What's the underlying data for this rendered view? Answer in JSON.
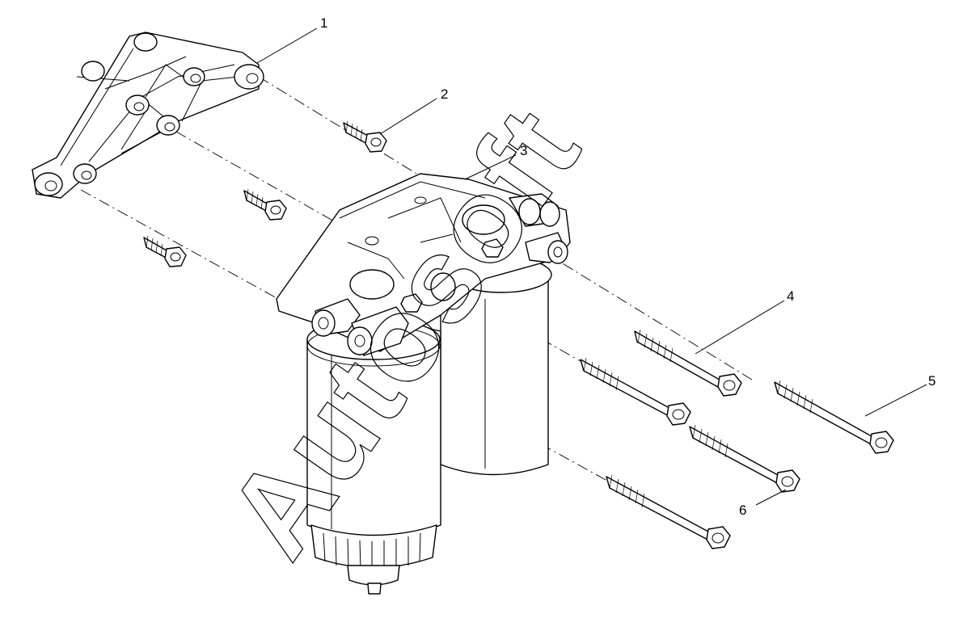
{
  "diagram": {
    "watermark": "Autosoft",
    "callouts": [
      {
        "id": "1",
        "label": "1",
        "part": "mounting bracket"
      },
      {
        "id": "2",
        "label": "2",
        "part": "short flange bolt"
      },
      {
        "id": "3",
        "label": "3",
        "part": "filter head"
      },
      {
        "id": "4",
        "label": "4",
        "part": "long flange bolt"
      },
      {
        "id": "5",
        "label": "5",
        "part": "long flange bolt"
      },
      {
        "id": "6",
        "label": "6",
        "part": "long flange bolt"
      }
    ]
  }
}
